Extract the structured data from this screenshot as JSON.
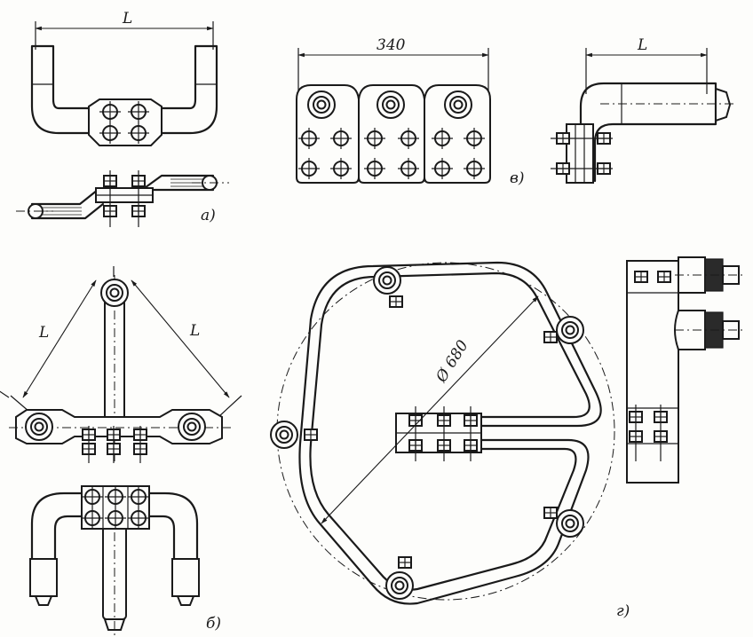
{
  "labels": {
    "fig_a": "а)",
    "fig_b": "б)",
    "fig_v": "в)",
    "fig_g": "г)",
    "dim_L_a": "L",
    "dim_340": "340",
    "dim_L_v": "L",
    "dim_L_b_left": "L",
    "dim_L_b_right": "L",
    "dim_d680": "Ø 680"
  }
}
